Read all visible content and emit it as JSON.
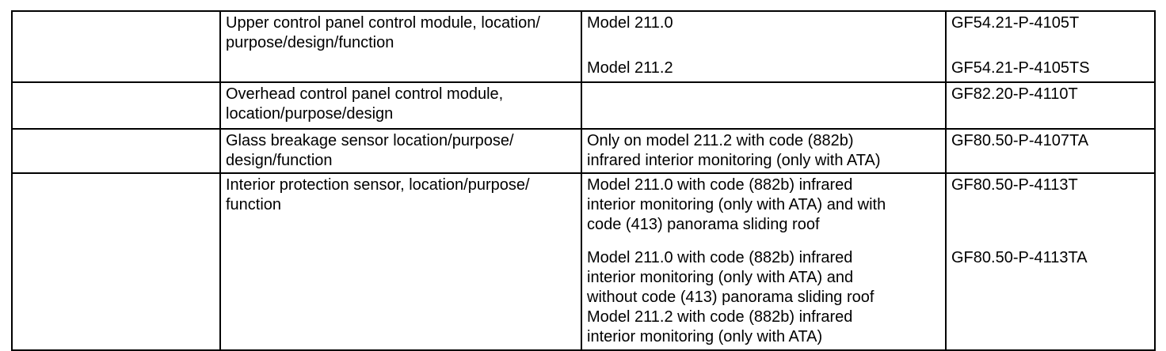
{
  "page": {
    "background_color": "#ffffff",
    "text_color": "#000000",
    "border_color": "#000000"
  },
  "table": {
    "columns": [
      "spacer",
      "topic",
      "condition",
      "document_code"
    ],
    "rows": [
      {
        "topic": "Upper control panel control module, location/\npurpose/design/function",
        "entries": [
          {
            "condition": "Model 211.0",
            "document": "GF54.21-P-4105T"
          },
          {
            "condition": "Model 211.2",
            "document": "GF54.21-P-4105TS"
          }
        ]
      },
      {
        "topic": "Overhead control panel control module,\nlocation/purpose/design",
        "entries": [
          {
            "condition": "",
            "document": "GF82.20-P-4110T"
          }
        ]
      },
      {
        "topic": "Glass breakage sensor location/purpose/\ndesign/function",
        "entries": [
          {
            "condition": "Only on model 211.2 with code (882b)\ninfrared interior monitoring (only with ATA)",
            "document": "GF80.50-P-4107TA"
          }
        ]
      },
      {
        "topic": "Interior protection sensor, location/purpose/\nfunction",
        "entries": [
          {
            "condition": "Model 211.0 with code (882b) infrared\ninterior monitoring (only with ATA) and with\ncode (413) panorama sliding roof",
            "document": "GF80.50-P-4113T"
          },
          {
            "condition": "Model 211.0 with code (882b) infrared\ninterior monitoring (only with ATA) and\nwithout code (413) panorama sliding roof",
            "document": "GF80.50-P-4113TA"
          },
          {
            "condition": "Model 211.2 with code (882b) infrared\ninterior monitoring (only with ATA)",
            "document": ""
          }
        ]
      }
    ]
  }
}
